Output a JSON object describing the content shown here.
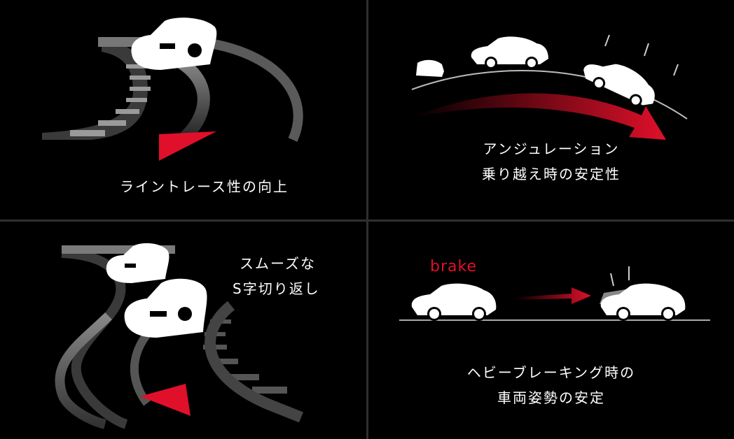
{
  "panels": {
    "line_trace": {
      "caption": "ライントレース性の向上"
    },
    "undulation": {
      "caption_line1": "アンジュレーション",
      "caption_line2": "乗り越え時の安定性"
    },
    "s_turn": {
      "caption_line1": "スムーズな",
      "caption_line2": "S字切り返し"
    },
    "heavy_braking": {
      "label": "brake",
      "caption_line1": "ヘビーブレーキング時の",
      "caption_line2": "車両姿勢の安定"
    }
  },
  "colors": {
    "background": "#000000",
    "accent_red": "#e0102a",
    "divider": "#2f2f2f",
    "road_gray": "#7a7a7a"
  }
}
